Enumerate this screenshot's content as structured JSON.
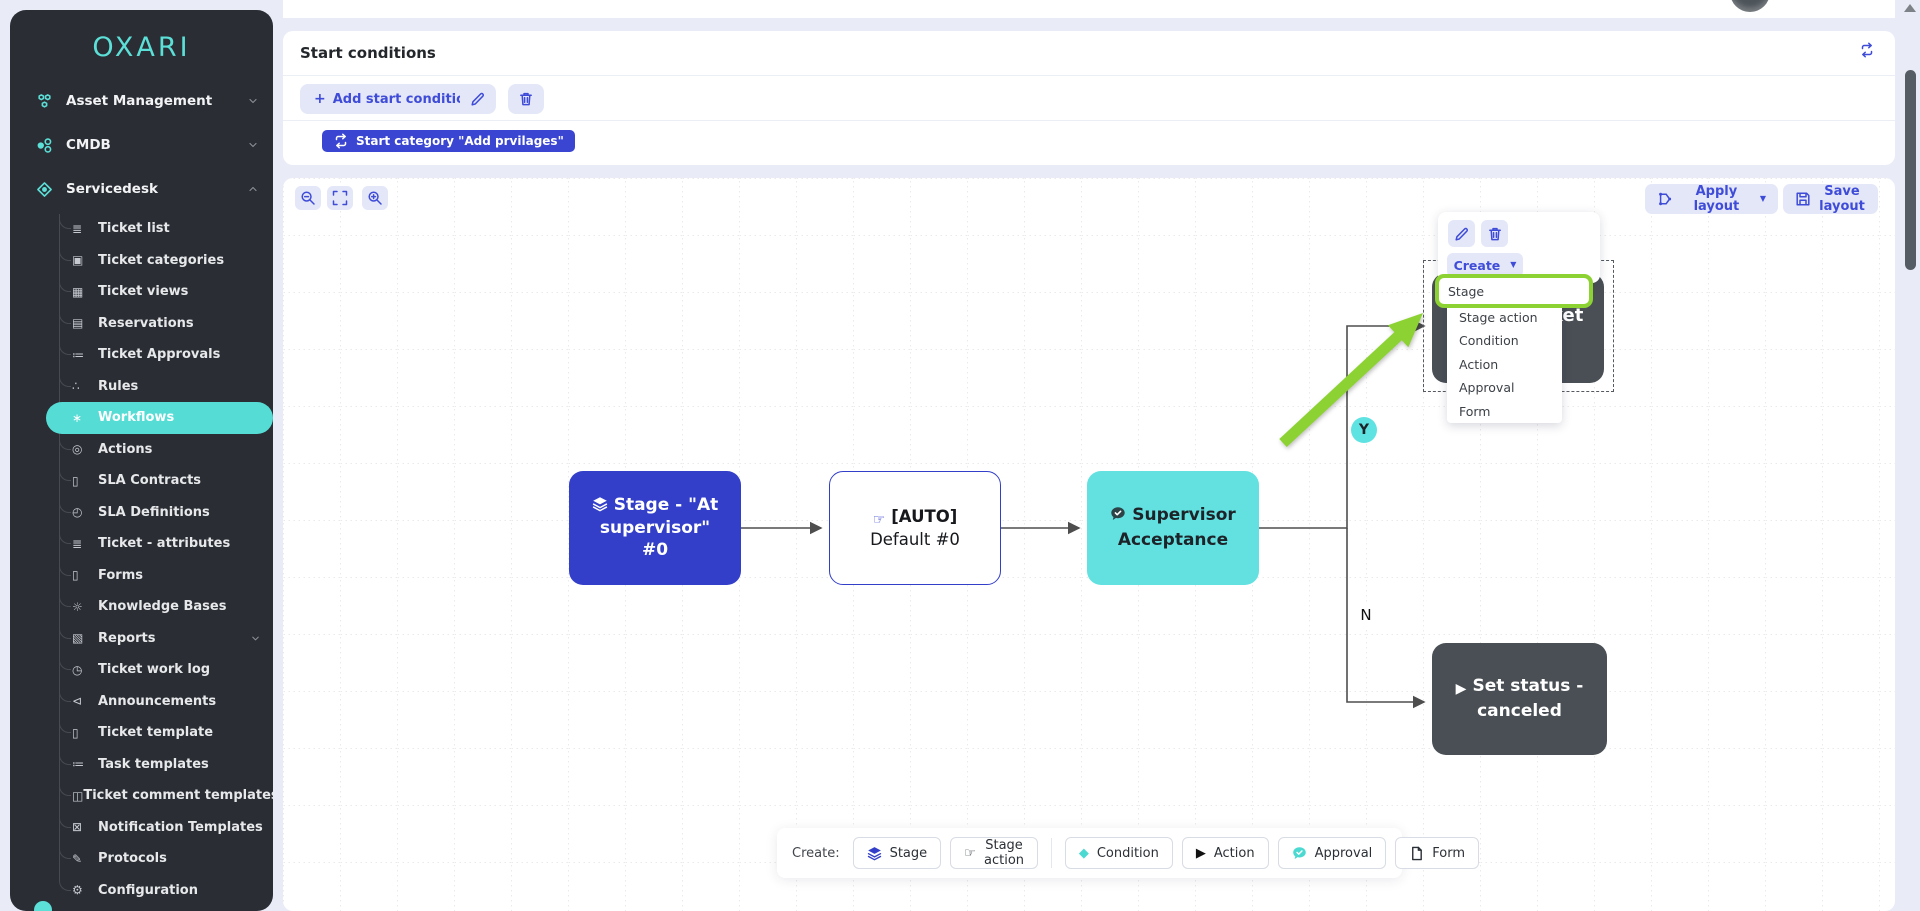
{
  "app": {
    "logo": "OXARI"
  },
  "sidebar": {
    "top_items": [
      {
        "label": "Asset Management",
        "icon": "asset"
      },
      {
        "label": "CMDB",
        "icon": "cmdb"
      },
      {
        "label": "Servicedesk",
        "icon": "servicedesk"
      }
    ],
    "items": [
      {
        "label": "Ticket list",
        "icon": "list"
      },
      {
        "label": "Ticket categories",
        "icon": "copy"
      },
      {
        "label": "Ticket views",
        "icon": "grid"
      },
      {
        "label": "Reservations",
        "icon": "calendar"
      },
      {
        "label": "Ticket Approvals",
        "icon": "list-check"
      },
      {
        "label": "Rules",
        "icon": "network"
      },
      {
        "label": "Workflows",
        "icon": "workflow",
        "active": true
      },
      {
        "label": "Actions",
        "icon": "target"
      },
      {
        "label": "SLA Contracts",
        "icon": "doc"
      },
      {
        "label": "SLA Definitions",
        "icon": "clock"
      },
      {
        "label": "Ticket - attributes",
        "icon": "list"
      },
      {
        "label": "Forms",
        "icon": "doc"
      },
      {
        "label": "Knowledge Bases",
        "icon": "bulb"
      },
      {
        "label": "Reports",
        "icon": "chart",
        "expandable": true
      },
      {
        "label": "Ticket work log",
        "icon": "clock2"
      },
      {
        "label": "Announcements",
        "icon": "announce"
      },
      {
        "label": "Ticket template",
        "icon": "doc"
      },
      {
        "label": "Task templates",
        "icon": "list-check"
      },
      {
        "label": "Ticket comment templates",
        "icon": "comment"
      },
      {
        "label": "Notification Templates",
        "icon": "mail"
      },
      {
        "label": "Protocols",
        "icon": "pencil"
      },
      {
        "label": "Configuration",
        "icon": "gear"
      }
    ]
  },
  "start_conditions": {
    "title": "Start conditions",
    "add_button": "Add start condition",
    "category_button": "Start category \"Add prvilages\""
  },
  "canvas_toolbar": {
    "apply_layout": "Apply layout",
    "save_layout": "Save layout"
  },
  "workflow": {
    "nodes": {
      "stage": {
        "label": "Stage - \"At supervisor\" #0"
      },
      "auto": {
        "label_top": "[AUTO]",
        "label_bottom": "Default #0"
      },
      "supervisor": {
        "label": "Supervisor Acceptance"
      },
      "ticket_fragment": {
        "label": "ket"
      },
      "set_status": {
        "label": "Set status - canceled"
      }
    },
    "branch_yes": "Y",
    "branch_no": "N"
  },
  "context_menu": {
    "create_label": "Create",
    "items": [
      {
        "label": "Stage",
        "highlighted": true
      },
      {
        "label": "Stage action"
      },
      {
        "label": "Condition"
      },
      {
        "label": "Action"
      },
      {
        "label": "Approval"
      },
      {
        "label": "Form"
      }
    ]
  },
  "bottom_toolbar": {
    "label": "Create:",
    "buttons": [
      {
        "label": "Stage",
        "icon": "layers",
        "icon_color": "#333fc9"
      },
      {
        "label": "Stage action",
        "icon": "hand",
        "icon_color": "#2b3036"
      },
      {
        "label": "Condition",
        "icon": "diamond",
        "icon_color": "#4cd9d2"
      },
      {
        "label": "Action",
        "icon": "play",
        "icon_color": "#111111"
      },
      {
        "label": "Approval",
        "icon": "bubble-check",
        "icon_color": "#4cd9d2"
      },
      {
        "label": "Form",
        "icon": "doc-outline",
        "icon_color": "#2b3036"
      }
    ]
  },
  "colors": {
    "accent_teal": "#5BDFD7",
    "primary_blue": "#3A45D1",
    "node_blue": "#333FC9",
    "node_teal": "#63E1E1",
    "node_dark": "#494F54",
    "annotation_green": "#8DD233"
  }
}
